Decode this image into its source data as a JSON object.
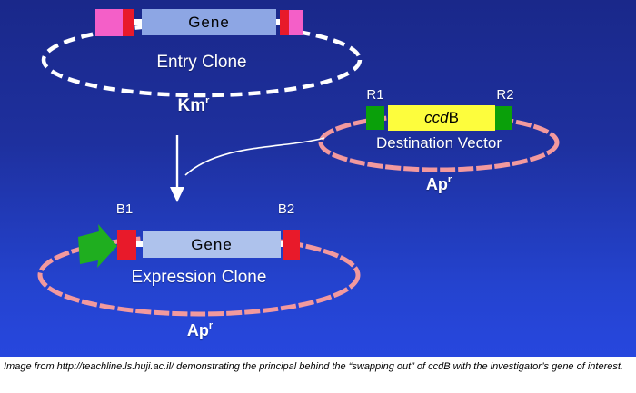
{
  "slide": {
    "entry_clone": {
      "gene_label": "Gene",
      "name": "Entry Clone",
      "resistance": "Km",
      "resistance_sup": "r"
    },
    "destination_vector": {
      "site_left": "R1",
      "site_right": "R2",
      "gene_italic": "ccd",
      "gene_suffix": "B",
      "name": "Destination Vector",
      "resistance": "Ap",
      "resistance_sup": "r"
    },
    "expression_clone": {
      "site_left": "B1",
      "site_right": "B2",
      "gene_label": "Gene",
      "name": "Expression Clone",
      "resistance": "Ap",
      "resistance_sup": "r"
    },
    "colors": {
      "background_top": "#1a288a",
      "background_bottom": "#2747de",
      "entry_plasmid_stroke": "#ffffff",
      "vector_plasmid_stroke": "#f2999e",
      "entry_gene_box": "#8da6e4",
      "expression_gene_box": "#aec2ec",
      "att_site_pink": "#f45fc8",
      "att_site_red": "#e81a2a",
      "att_site_green": "#0aa00a",
      "ccdb_yellow": "#fdfd3d",
      "promoter_arrow_green": "#1fae1f"
    }
  },
  "caption": {
    "text": "Image from http://teachline.ls.huji.ac.il/ demonstrating the principal behind the “swapping out” of ccdB with the investigator’s gene of interest."
  }
}
